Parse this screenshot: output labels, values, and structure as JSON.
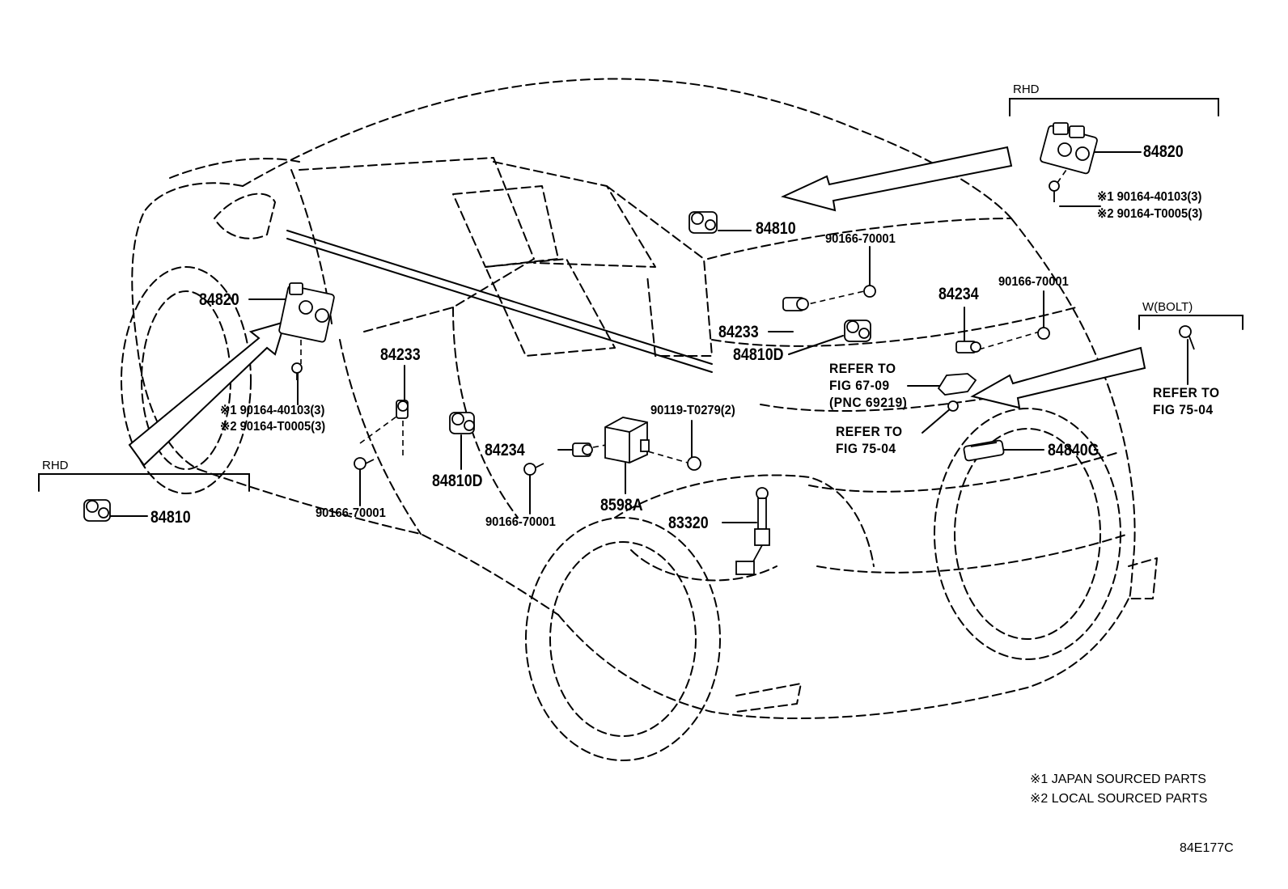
{
  "diagram": {
    "groups": {
      "rhd_top": "RHD",
      "rhd_bottom": "RHD",
      "w_bolt": "W(BOLT)"
    },
    "parts": {
      "p84820_top": "84820",
      "p84810_top": "84810",
      "p84820_left": "84820",
      "p84233_left": "84233",
      "p84233_right": "84233",
      "p84810d_left": "84810D",
      "p84810d_right": "84810D",
      "p84234_left": "84234",
      "p84234_right": "84234",
      "p8598a": "8598A",
      "p83320": "83320",
      "p84840g": "84840G",
      "p84810_bottom": "84810",
      "b90166_top": "90166-70001",
      "b90166_right": "90166-70001",
      "b90166_left": "90166-70001",
      "b90166_mid": "90166-70001",
      "b90119": "90119-T0279(2)"
    },
    "screws_top": [
      "※1 90164-40103(3)",
      "※2 90164-T0005(3)"
    ],
    "screws_left": [
      "※1 90164-40103(3)",
      "※2 90164-T0005(3)"
    ],
    "refers": {
      "fig6709": [
        "REFER TO",
        "FIG 67-09",
        "(PNC 69219)"
      ],
      "fig7504_mid": [
        "REFER TO",
        "FIG 75-04"
      ],
      "fig7504_right": [
        "REFER TO",
        "FIG 75-04"
      ]
    },
    "notes": [
      "※1 JAPAN SOURCED PARTS",
      "※2 LOCAL SOURCED PARTS"
    ],
    "figure_code": "84E177C"
  }
}
